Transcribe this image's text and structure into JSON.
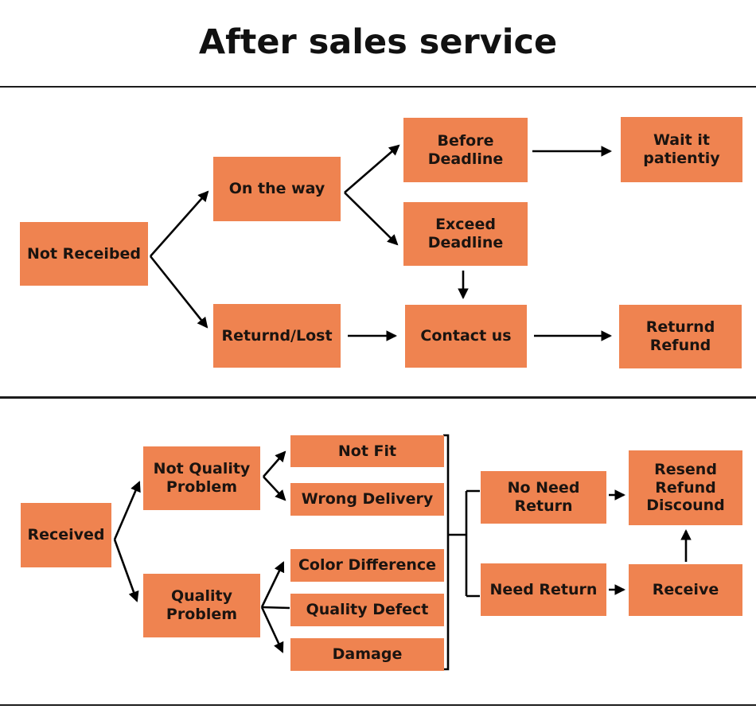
{
  "title": "After sales service",
  "colors": {
    "node_fill": "#EF8350",
    "node_text": "#1B1410",
    "connector": "#000000",
    "divider": "#1C1C1C",
    "background": "#FFFFFF"
  },
  "nodes": {
    "not_received": {
      "label": "Not Receibed"
    },
    "on_the_way": {
      "label": "On the way"
    },
    "before_deadline": {
      "label": "Before Deadline"
    },
    "wait_patiently": {
      "label": "Wait it patientiy"
    },
    "exceed_deadline": {
      "label": "Exceed Deadline"
    },
    "returned_lost": {
      "label": "Returnd/Lost"
    },
    "contact_us": {
      "label": "Contact us"
    },
    "returned_refund": {
      "label": "Returnd Refund"
    },
    "received": {
      "label": "Received"
    },
    "not_quality_problem": {
      "label": "Not Quality Problem"
    },
    "quality_problem": {
      "label": "Quality Problem"
    },
    "not_fit": {
      "label": "Not Fit"
    },
    "wrong_delivery": {
      "label": "Wrong Delivery"
    },
    "color_difference": {
      "label": "Color Difference"
    },
    "quality_defect": {
      "label": "Quality Defect"
    },
    "damage": {
      "label": "Damage"
    },
    "no_need_return": {
      "label": "No Need Return"
    },
    "need_return": {
      "label": "Need Return"
    },
    "resend_refund_discount": {
      "label": "Resend Refund Discound"
    },
    "receive": {
      "label": "Receive"
    }
  },
  "edges": [
    {
      "from": "not_received",
      "to": "on_the_way",
      "type": "arrow"
    },
    {
      "from": "not_received",
      "to": "returned_lost",
      "type": "arrow"
    },
    {
      "from": "on_the_way",
      "to": "before_deadline",
      "type": "arrow"
    },
    {
      "from": "on_the_way",
      "to": "exceed_deadline",
      "type": "arrow"
    },
    {
      "from": "before_deadline",
      "to": "wait_patiently",
      "type": "arrow"
    },
    {
      "from": "exceed_deadline",
      "to": "contact_us",
      "type": "arrow"
    },
    {
      "from": "returned_lost",
      "to": "contact_us",
      "type": "arrow"
    },
    {
      "from": "contact_us",
      "to": "returned_refund",
      "type": "arrow"
    },
    {
      "from": "received",
      "to": "not_quality_problem",
      "type": "arrow"
    },
    {
      "from": "received",
      "to": "quality_problem",
      "type": "arrow"
    },
    {
      "from": "not_quality_problem",
      "to": "not_fit",
      "type": "arrow"
    },
    {
      "from": "not_quality_problem",
      "to": "wrong_delivery",
      "type": "arrow"
    },
    {
      "from": "quality_problem",
      "to": "color_difference",
      "type": "arrow"
    },
    {
      "from": "quality_problem",
      "to": "quality_defect",
      "type": "line"
    },
    {
      "from": "quality_problem",
      "to": "damage",
      "type": "arrow"
    },
    {
      "from": "outcomes_bracket",
      "to": "no_need_return",
      "type": "line"
    },
    {
      "from": "outcomes_bracket",
      "to": "need_return",
      "type": "line"
    },
    {
      "from": "no_need_return",
      "to": "resend_refund_discount",
      "type": "arrow"
    },
    {
      "from": "need_return",
      "to": "receive",
      "type": "arrow"
    },
    {
      "from": "receive",
      "to": "resend_refund_discount",
      "type": "arrow"
    }
  ]
}
